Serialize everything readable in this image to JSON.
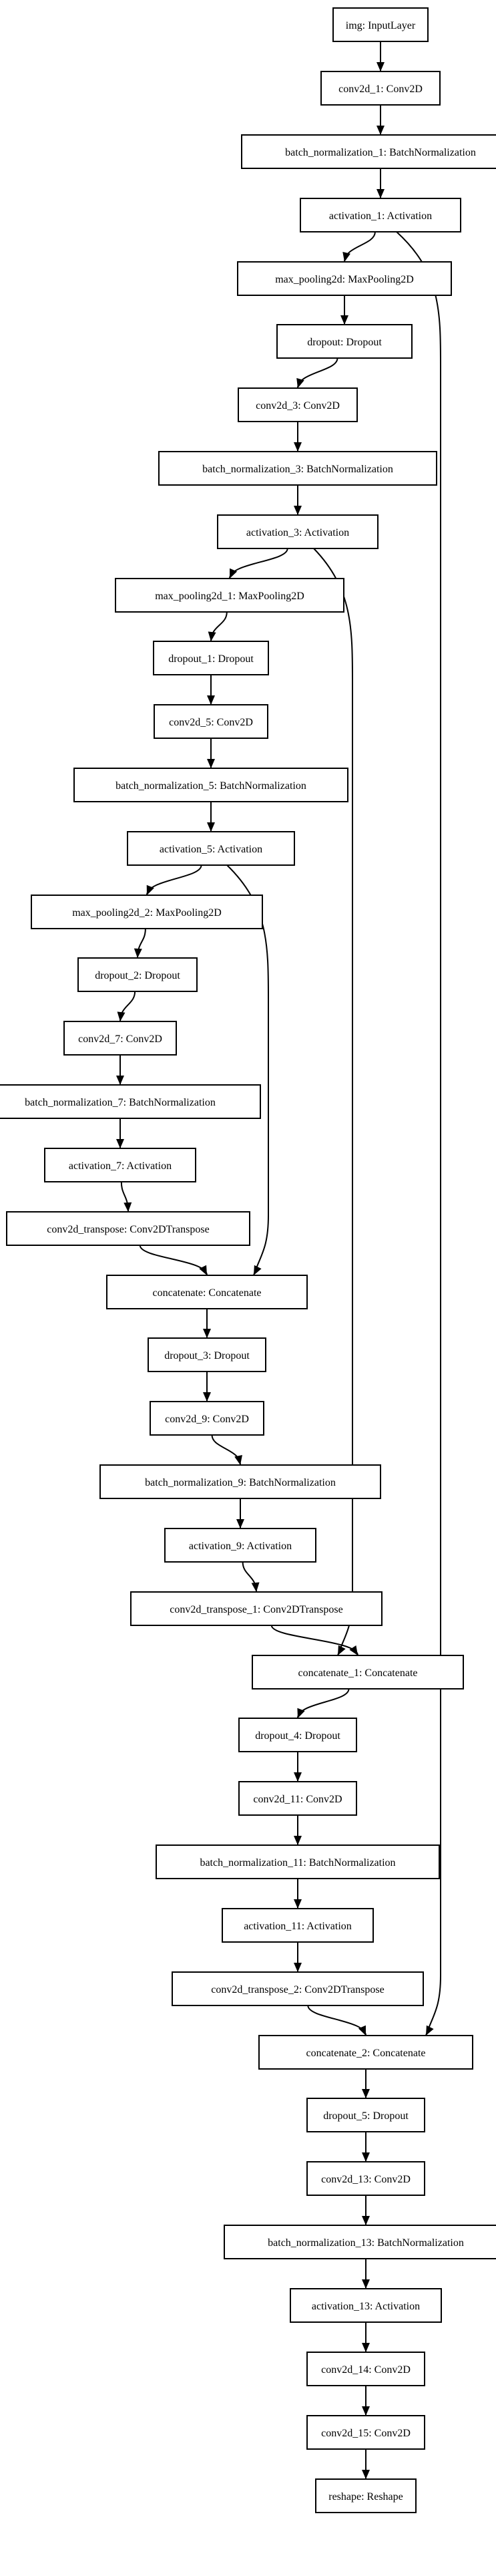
{
  "diagram": {
    "nodes": [
      {
        "id": "img",
        "label": "img: InputLayer"
      },
      {
        "id": "conv2d_1",
        "label": "conv2d_1: Conv2D"
      },
      {
        "id": "bn_1",
        "label": "batch_normalization_1: BatchNormalization"
      },
      {
        "id": "act_1",
        "label": "activation_1: Activation"
      },
      {
        "id": "mp",
        "label": "max_pooling2d: MaxPooling2D"
      },
      {
        "id": "do",
        "label": "dropout: Dropout"
      },
      {
        "id": "conv2d_3",
        "label": "conv2d_3: Conv2D"
      },
      {
        "id": "bn_3",
        "label": "batch_normalization_3: BatchNormalization"
      },
      {
        "id": "act_3",
        "label": "activation_3: Activation"
      },
      {
        "id": "mp_1",
        "label": "max_pooling2d_1: MaxPooling2D"
      },
      {
        "id": "do_1",
        "label": "dropout_1: Dropout"
      },
      {
        "id": "conv2d_5",
        "label": "conv2d_5: Conv2D"
      },
      {
        "id": "bn_5",
        "label": "batch_normalization_5: BatchNormalization"
      },
      {
        "id": "act_5",
        "label": "activation_5: Activation"
      },
      {
        "id": "mp_2",
        "label": "max_pooling2d_2: MaxPooling2D"
      },
      {
        "id": "do_2",
        "label": "dropout_2: Dropout"
      },
      {
        "id": "conv2d_7",
        "label": "conv2d_7: Conv2D"
      },
      {
        "id": "bn_7",
        "label": "batch_normalization_7: BatchNormalization"
      },
      {
        "id": "act_7",
        "label": "activation_7: Activation"
      },
      {
        "id": "ct",
        "label": "conv2d_transpose: Conv2DTranspose"
      },
      {
        "id": "cat",
        "label": "concatenate: Concatenate"
      },
      {
        "id": "do_3",
        "label": "dropout_3: Dropout"
      },
      {
        "id": "conv2d_9",
        "label": "conv2d_9: Conv2D"
      },
      {
        "id": "bn_9",
        "label": "batch_normalization_9: BatchNormalization"
      },
      {
        "id": "act_9",
        "label": "activation_9: Activation"
      },
      {
        "id": "ct_1",
        "label": "conv2d_transpose_1: Conv2DTranspose"
      },
      {
        "id": "cat_1",
        "label": "concatenate_1: Concatenate"
      },
      {
        "id": "do_4",
        "label": "dropout_4: Dropout"
      },
      {
        "id": "conv2d_11",
        "label": "conv2d_11: Conv2D"
      },
      {
        "id": "bn_11",
        "label": "batch_normalization_11: BatchNormalization"
      },
      {
        "id": "act_11",
        "label": "activation_11: Activation"
      },
      {
        "id": "ct_2",
        "label": "conv2d_transpose_2: Conv2DTranspose"
      },
      {
        "id": "cat_2",
        "label": "concatenate_2: Concatenate"
      },
      {
        "id": "do_5",
        "label": "dropout_5: Dropout"
      },
      {
        "id": "conv2d_13",
        "label": "conv2d_13: Conv2D"
      },
      {
        "id": "bn_13",
        "label": "batch_normalization_13: BatchNormalization"
      },
      {
        "id": "act_13",
        "label": "activation_13: Activation"
      },
      {
        "id": "conv2d_14",
        "label": "conv2d_14: Conv2D"
      },
      {
        "id": "conv2d_15",
        "label": "conv2d_15: Conv2D"
      },
      {
        "id": "reshape",
        "label": "reshape: Reshape"
      }
    ],
    "edges": [
      [
        "img",
        "conv2d_1"
      ],
      [
        "conv2d_1",
        "bn_1"
      ],
      [
        "bn_1",
        "act_1"
      ],
      [
        "act_1",
        "mp"
      ],
      [
        "act_1",
        "cat_2"
      ],
      [
        "mp",
        "do"
      ],
      [
        "do",
        "conv2d_3"
      ],
      [
        "conv2d_3",
        "bn_3"
      ],
      [
        "bn_3",
        "act_3"
      ],
      [
        "act_3",
        "mp_1"
      ],
      [
        "act_3",
        "cat_1"
      ],
      [
        "mp_1",
        "do_1"
      ],
      [
        "do_1",
        "conv2d_5"
      ],
      [
        "conv2d_5",
        "bn_5"
      ],
      [
        "bn_5",
        "act_5"
      ],
      [
        "act_5",
        "mp_2"
      ],
      [
        "act_5",
        "cat"
      ],
      [
        "mp_2",
        "do_2"
      ],
      [
        "do_2",
        "conv2d_7"
      ],
      [
        "conv2d_7",
        "bn_7"
      ],
      [
        "bn_7",
        "act_7"
      ],
      [
        "act_7",
        "ct"
      ],
      [
        "ct",
        "cat"
      ],
      [
        "cat",
        "do_3"
      ],
      [
        "do_3",
        "conv2d_9"
      ],
      [
        "conv2d_9",
        "bn_9"
      ],
      [
        "bn_9",
        "act_9"
      ],
      [
        "act_9",
        "ct_1"
      ],
      [
        "ct_1",
        "cat_1"
      ],
      [
        "cat_1",
        "do_4"
      ],
      [
        "do_4",
        "conv2d_11"
      ],
      [
        "conv2d_11",
        "bn_11"
      ],
      [
        "bn_11",
        "act_11"
      ],
      [
        "act_11",
        "ct_2"
      ],
      [
        "ct_2",
        "cat_2"
      ],
      [
        "cat_2",
        "do_5"
      ],
      [
        "do_5",
        "conv2d_13"
      ],
      [
        "conv2d_13",
        "bn_13"
      ],
      [
        "bn_13",
        "act_13"
      ],
      [
        "act_13",
        "conv2d_14"
      ],
      [
        "conv2d_14",
        "conv2d_15"
      ],
      [
        "conv2d_15",
        "reshape"
      ]
    ]
  }
}
